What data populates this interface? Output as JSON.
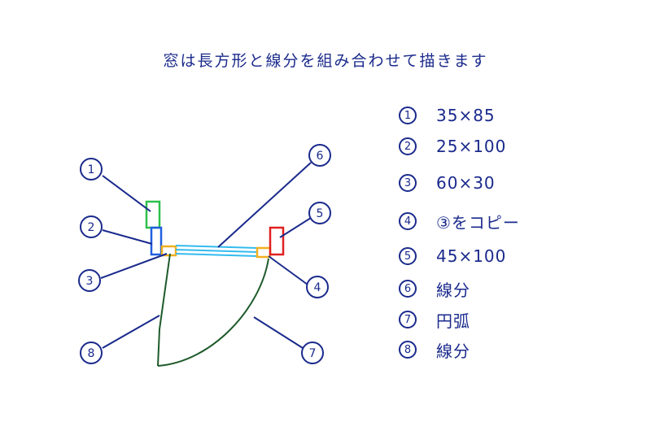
{
  "title": "窓は長方形と線分を組み合わせて描きます",
  "legend": [
    {
      "num": "1",
      "text": "35×85"
    },
    {
      "num": "2",
      "text": "25×100"
    },
    {
      "num": "3",
      "text": "60×30"
    },
    {
      "num": "4",
      "text": "③をコピー"
    },
    {
      "num": "5",
      "text": "45×100"
    },
    {
      "num": "6",
      "text": "線分"
    },
    {
      "num": "7",
      "text": "円弧"
    },
    {
      "num": "8",
      "text": "線分"
    }
  ],
  "callouts": [
    "1",
    "2",
    "3",
    "8",
    "6",
    "5",
    "4",
    "7"
  ],
  "colors": {
    "ink": "#1a2a8c",
    "part1": "#2ec04a",
    "part2": "#1f5fe0",
    "part3": "#f0b020",
    "part4": "#f0b020",
    "part5": "#e02020",
    "part6": "#33bbee",
    "arc": "#1e5a2a"
  }
}
